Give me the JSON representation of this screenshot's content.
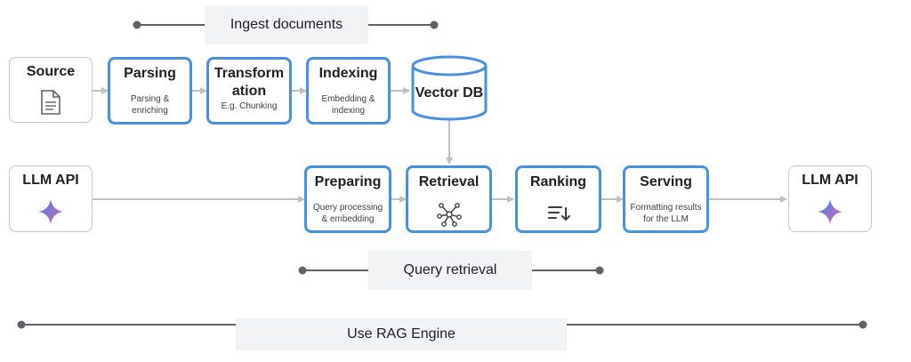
{
  "stages": {
    "ingest": "Ingest documents",
    "query": "Query retrieval",
    "engine": "Use RAG Engine"
  },
  "nodes": {
    "source": {
      "title": "Source",
      "icon": "document-icon"
    },
    "parsing": {
      "title": "Parsing",
      "sub": "Parsing & enriching"
    },
    "transformation": {
      "title": "Transform ation",
      "sub": "E.g. Chunking"
    },
    "indexing": {
      "title": "Indexing",
      "sub": "Embedding & indexing"
    },
    "vector_db": {
      "title": "Vector DB",
      "icon": "database-icon"
    },
    "llm_api_in": {
      "title": "LLM API",
      "icon": "sparkle-icon"
    },
    "preparing": {
      "title": "Preparing",
      "sub": "Query processing & embedding"
    },
    "retrieval": {
      "title": "Retrieval",
      "icon": "network-icon"
    },
    "ranking": {
      "title": "Ranking",
      "icon": "sort-icon"
    },
    "serving": {
      "title": "Serving",
      "sub": "Formatting results for the LLM"
    },
    "llm_api_out": {
      "title": "LLM API",
      "icon": "sparkle-icon"
    }
  },
  "colors": {
    "accent_border": "#4a90e2",
    "neutral_border": "#c8c8c8",
    "arrow": "#c0c0c0",
    "stage_line": "#5f6368",
    "stage_band": "#f1f3f4"
  }
}
